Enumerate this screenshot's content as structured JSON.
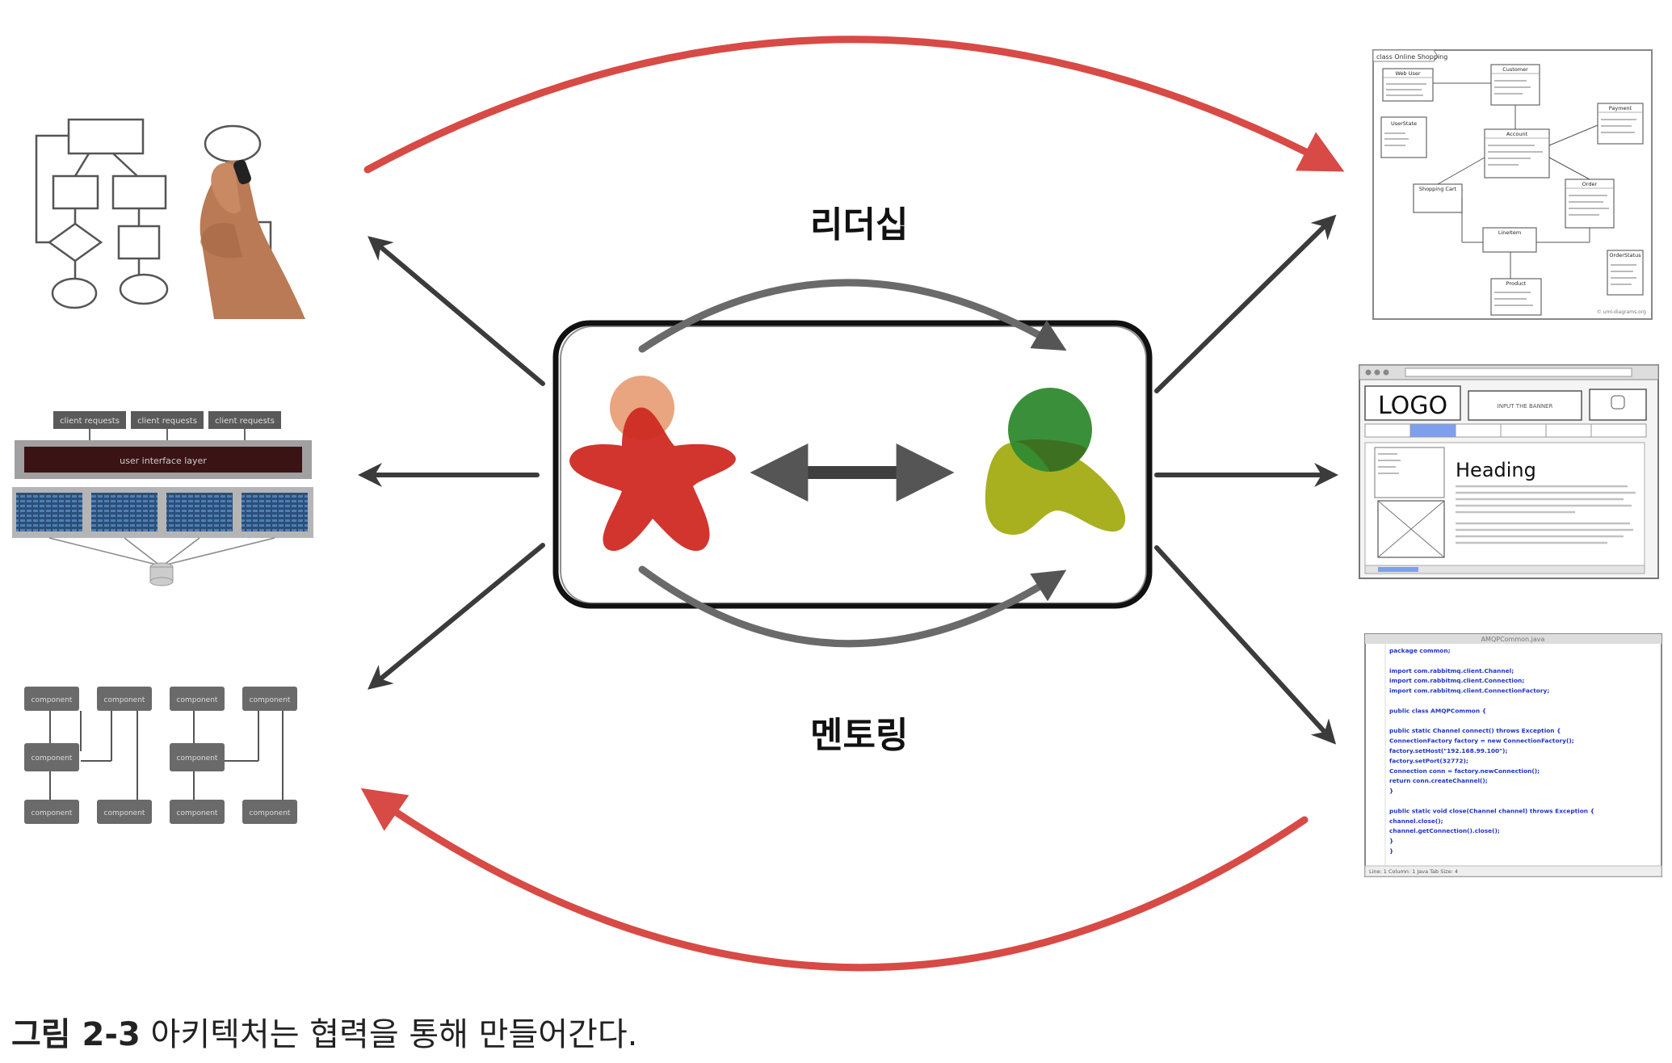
{
  "center": {
    "top_label": "리더십",
    "bottom_label": "멘토링"
  },
  "caption": {
    "number": "그림 2-3",
    "text": "아키텍처는 협력을 통해 만들어간다."
  },
  "left_artifacts": {
    "layers": {
      "client_requests": [
        "client requests",
        "client requests",
        "client requests"
      ],
      "ui_layer": "user interface layer"
    },
    "components": {
      "top": [
        "component",
        "component",
        "component",
        "component"
      ],
      "middle": [
        "component",
        "component"
      ],
      "bottom": [
        "component",
        "component",
        "component",
        "component"
      ]
    }
  },
  "right_artifacts": {
    "uml": {
      "frame": "class Online Shopping",
      "classes": [
        "Web User",
        "Customer",
        "UserState",
        "Account",
        "Payment",
        "Shopping Cart",
        "Order",
        "LineItem",
        "Product",
        "OrderStatus"
      ],
      "footer": "© uml-diagrams.org"
    },
    "wireframe": {
      "logo": "LOGO",
      "banner": "INPUT THE BANNER",
      "heading": "Heading"
    },
    "code": {
      "file": "AMQPCommon.java",
      "lines": [
        "package common;",
        "",
        "import com.rabbitmq.client.Channel;",
        "import com.rabbitmq.client.Connection;",
        "import com.rabbitmq.client.ConnectionFactory;",
        "",
        "public class AMQPCommon {",
        "",
        "  public static Channel connect() throws Exception {",
        "    ConnectionFactory factory = new ConnectionFactory();",
        "    factory.setHost(\"192.168.99.100\");",
        "    factory.setPort(32772);",
        "    Connection conn = factory.newConnection();",
        "    return conn.createChannel();",
        "  }",
        "",
        "  public static void close(Channel channel) throws Exception {",
        "    channel.close();",
        "    channel.getConnection().close();",
        "  }",
        "}"
      ],
      "status": "Line: 1   Column: 1   Java   Tab Size: 4"
    }
  },
  "colors": {
    "red_arrow": "#d84a45",
    "dark_arrow": "#3b3b3b",
    "architect": "#cf2a22",
    "architect_head": "#e8a57f",
    "developer_head": "#2f8a2f",
    "developer_body": "#a8b020"
  }
}
